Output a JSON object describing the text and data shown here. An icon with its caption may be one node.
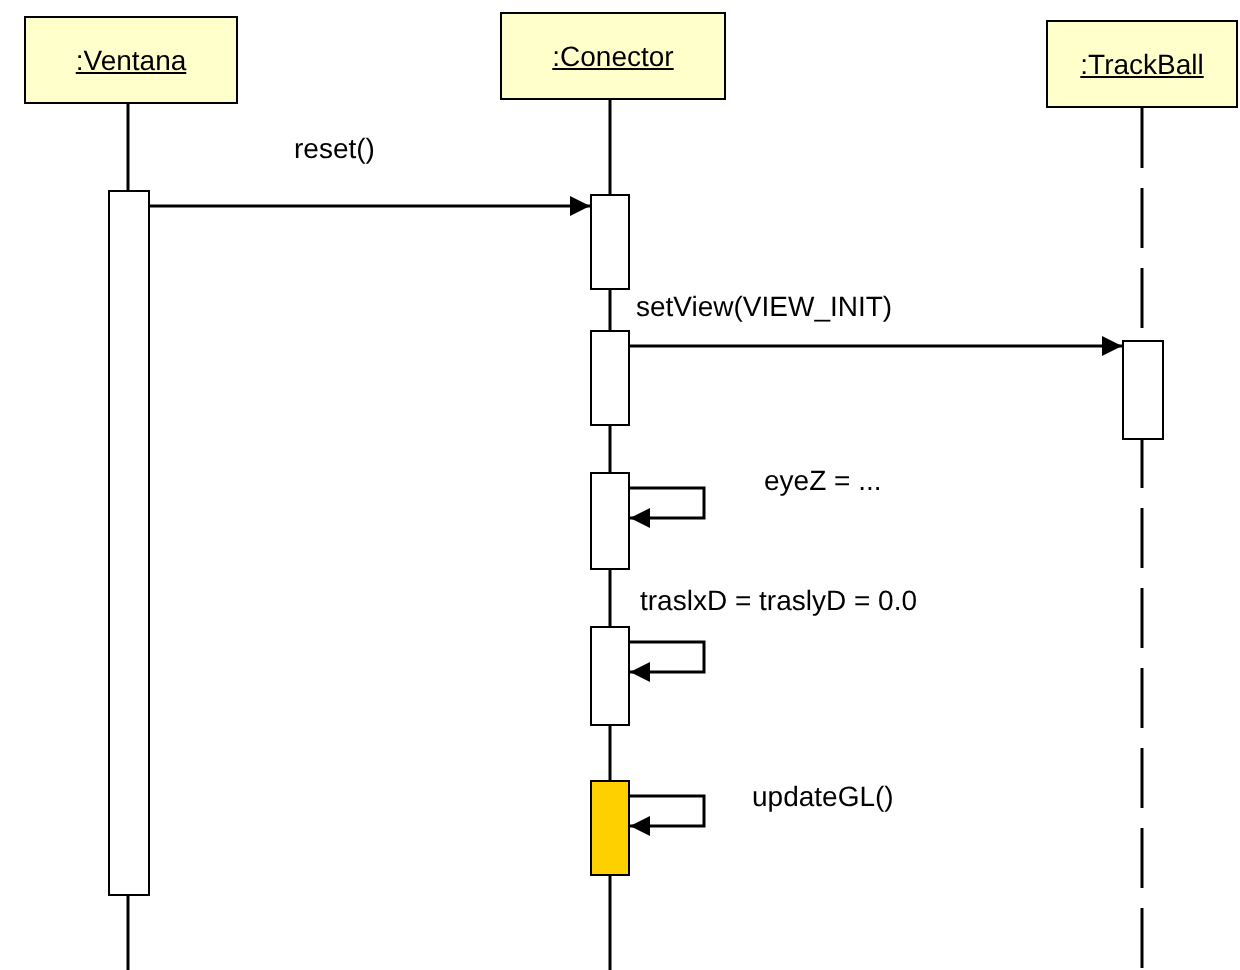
{
  "diagram": {
    "nodes": [
      {
        "text": [
          ":Ventana"
        ]
      },
      {
        "text": [
          ":Conector"
        ]
      },
      {
        "text": [
          ":TrackBall"
        ]
      },
      {
        "text": [],
        "shape": "bar"
      },
      {
        "text": [],
        "shape": "bar"
      },
      {
        "text": [],
        "shape": "bar"
      },
      {
        "text": [],
        "shape": "bar"
      },
      {
        "text": [],
        "shape": "bar"
      },
      {
        "text": [],
        "shape": "bar"
      },
      {
        "text": [],
        "shape": "bar"
      }
    ],
    "edges": [
      {
        "from": 3,
        "to": 4,
        "arrow": "to",
        "label": "reset()"
      },
      {
        "from": 5,
        "to": 6,
        "arrow": "to",
        "label": "setView(VIEW_INIT)"
      },
      {
        "from": 7,
        "to": 7,
        "arrow": "to",
        "label": "eyeZ = ..."
      },
      {
        "from": 8,
        "to": 8,
        "arrow": "to",
        "label": "traslxD = traslyD = 0.0"
      },
      {
        "from": 9,
        "to": 9,
        "arrow": "to",
        "label": "updateGL()"
      }
    ]
  }
}
